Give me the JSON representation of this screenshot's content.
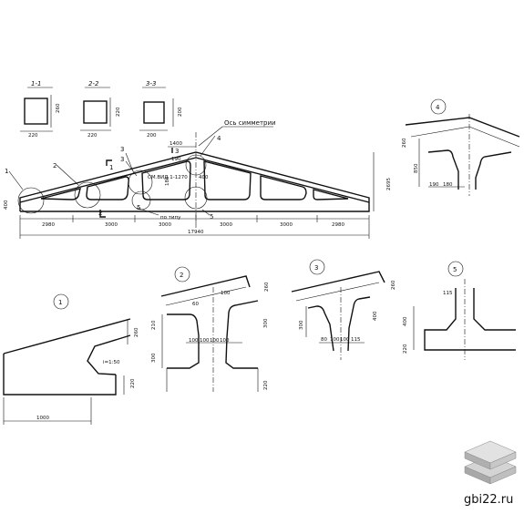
{
  "sections": {
    "s11": {
      "title": "1-1",
      "w": "220",
      "h": "260"
    },
    "s22": {
      "title": "2-2",
      "w": "220",
      "h": "220"
    },
    "s33": {
      "title": "3-3",
      "w": "200",
      "h": "200"
    }
  },
  "truss": {
    "sym_axis": "Ось симметрии",
    "d1400": "1400",
    "d190": "190",
    "d180": "180",
    "d400": "400",
    "height": "2695",
    "spans": [
      "2980",
      "3000",
      "3000",
      "3000",
      "3000",
      "2980"
    ],
    "total": "17940",
    "note": "СМ.ВИД 1-1270",
    "po_tipu": "по типу",
    "callouts": [
      "1",
      "2",
      "3",
      "3",
      "4",
      "5",
      "5"
    ],
    "marks": [
      "1",
      "2",
      "3"
    ]
  },
  "node1": {
    "num": "1",
    "d1000": "1000",
    "slope": "i=1:50",
    "d220": "220",
    "d260": "260"
  },
  "node2": {
    "num": "2",
    "d60": "60",
    "d100": "100",
    "d210": "210",
    "d300a": "300",
    "d300b": "300",
    "d220": "220",
    "d260": "260",
    "bottom": [
      "100",
      "100",
      "100",
      "100"
    ]
  },
  "node3": {
    "num": "3",
    "d260": "260",
    "d300": "300",
    "d400": "400",
    "bottom": [
      "80",
      "100",
      "100",
      "115"
    ]
  },
  "node4": {
    "num": "4",
    "d260": "260",
    "d850": "850",
    "d190": "190",
    "d180": "180"
  },
  "node5": {
    "num": "5",
    "d115": "115",
    "d400": "400",
    "d220": "220"
  },
  "watermark": "gbi22.ru"
}
